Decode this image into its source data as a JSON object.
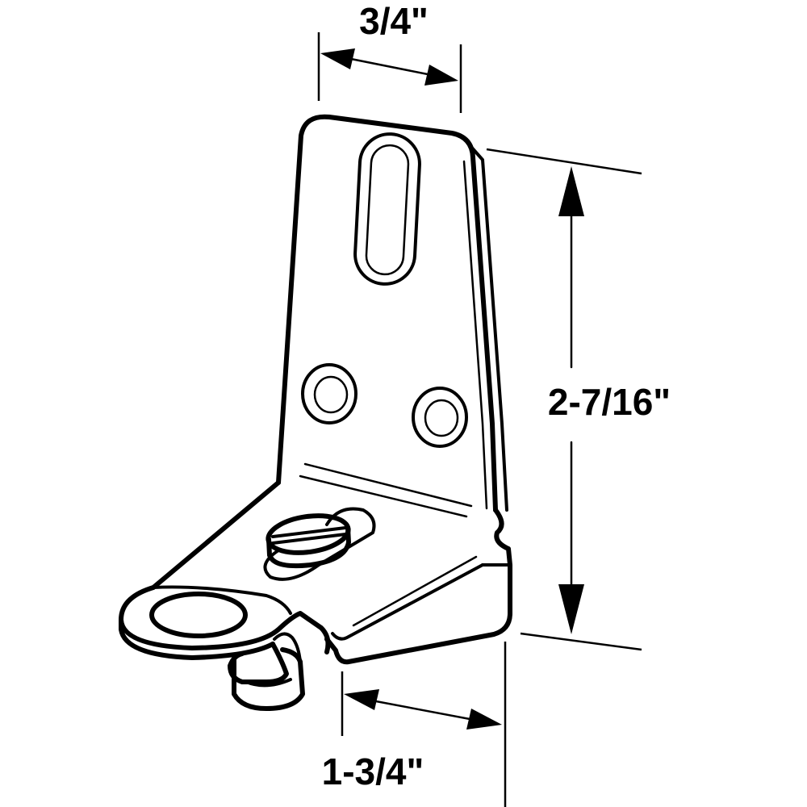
{
  "dimensions": {
    "width_top": "3/4\"",
    "height_right": "2-7/16\"",
    "depth_bottom": "1-3/4\""
  },
  "colors": {
    "line": "#000000",
    "background": "#ffffff"
  }
}
